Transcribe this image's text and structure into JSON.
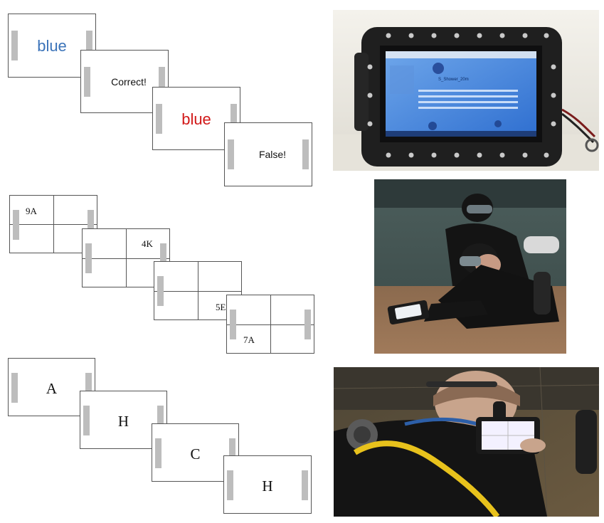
{
  "stroop_task": {
    "card1_word": "blue",
    "card1_color": "#3b73b9",
    "card2_feedback": "Correct!",
    "card3_word": "blue",
    "card3_color": "#d21919",
    "card4_feedback": "False!"
  },
  "grid_task": {
    "cells": [
      "9A",
      "4K",
      "5E",
      "7A"
    ]
  },
  "letter_task": {
    "letters": [
      "A",
      "H",
      "C",
      "H"
    ]
  },
  "tablet_screen": {
    "title": "S_Shower_20m"
  }
}
